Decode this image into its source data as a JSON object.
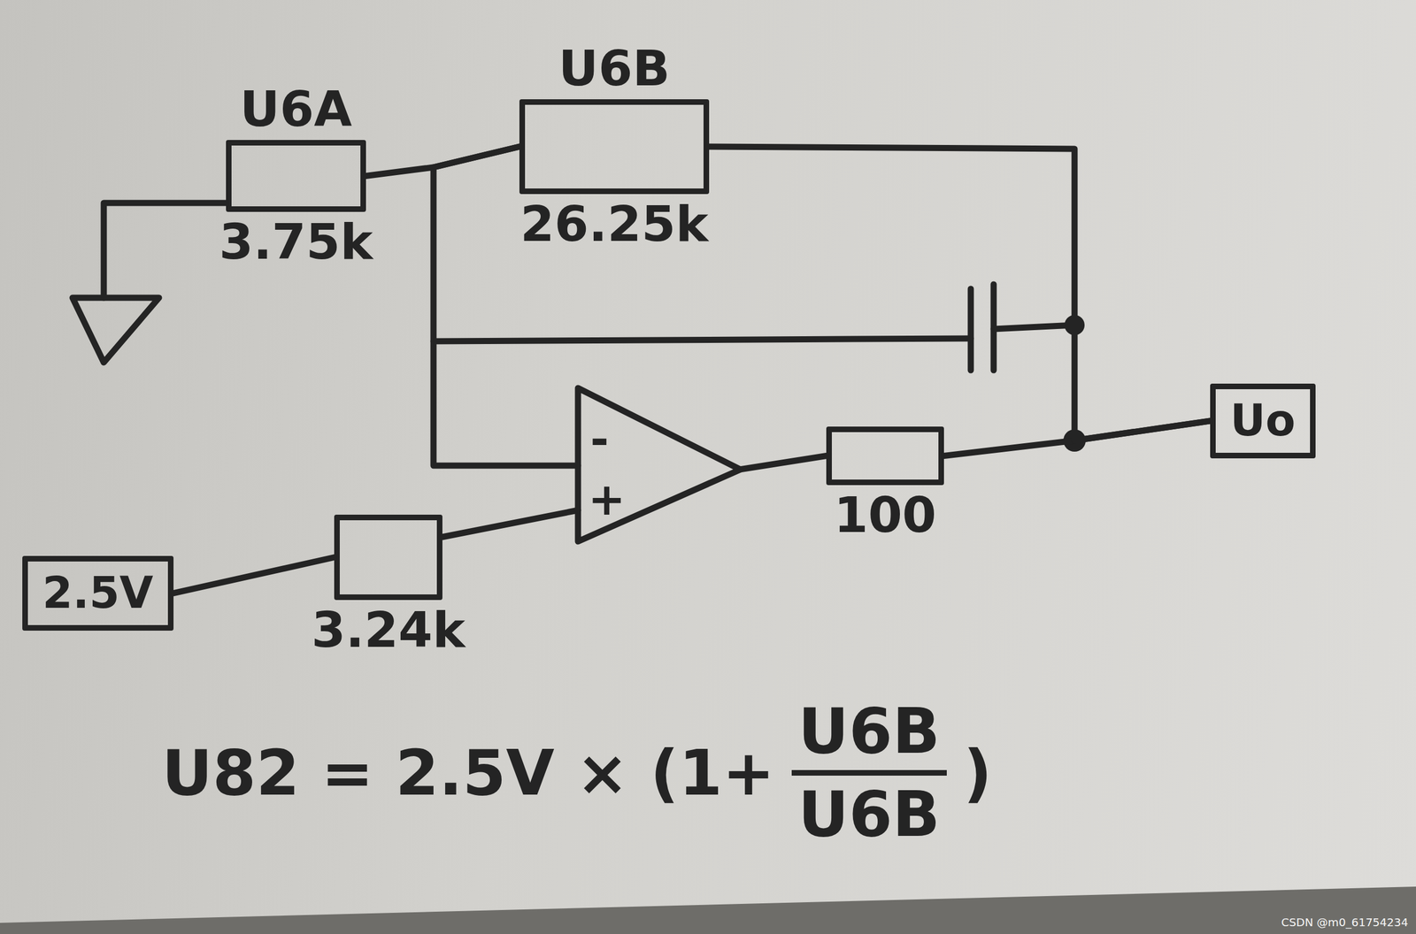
{
  "diagram": {
    "nodes": [
      {
        "text": [
          "U6A",
          "3.75k"
        ]
      },
      {
        "text": [
          "U6B",
          "26.25k"
        ]
      },
      {
        "text": [
          "-",
          "+"
        ]
      },
      {
        "text": [
          "100"
        ]
      },
      {
        "text": [
          "Uo"
        ]
      },
      {
        "text": [
          "2.5V"
        ]
      },
      {
        "text": [
          "3.24k"
        ]
      }
    ],
    "edges": [
      {
        "from": 0,
        "to": 1,
        "arrow": "none"
      },
      {
        "from": 1,
        "to": 2,
        "arrow": "none"
      },
      {
        "from": 2,
        "to": 3,
        "arrow": "none"
      },
      {
        "from": 3,
        "to": 4,
        "arrow": "none"
      },
      {
        "from": 1,
        "to": 4,
        "arrow": "none"
      },
      {
        "from": 5,
        "to": 6,
        "arrow": "none"
      },
      {
        "from": 6,
        "to": 2,
        "arrow": "none"
      }
    ],
    "labels": [
      "U82 = 2.5V × (1+",
      "U6B",
      "U6B",
      ")",
      "CSDN @m0_61754234"
    ]
  }
}
